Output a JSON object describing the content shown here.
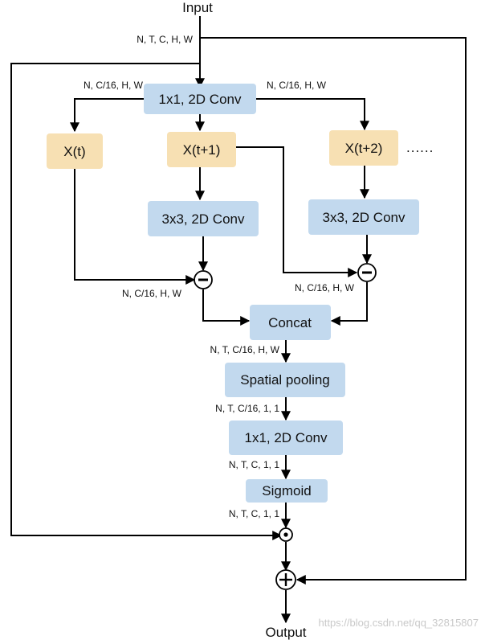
{
  "io": {
    "input": "Input",
    "output": "Output"
  },
  "blocks": {
    "conv1": "1x1, 2D Conv",
    "xt": "X(t)",
    "xt1": "X(t+1)",
    "xt2": "X(t+2)",
    "ellipsis": "......",
    "conv3a": "3x3, 2D Conv",
    "conv3b": "3x3, 2D Conv",
    "concat": "Concat",
    "spatial_pooling": "Spatial pooling",
    "conv1b": "1x1, 2D Conv",
    "sigmoid": "Sigmoid"
  },
  "dims": {
    "input": "N, T, C, H, W",
    "conv_left": "N, C/16, H, W",
    "conv_right": "N, C/16, H, W",
    "diff_left": "N, C/16, H, W",
    "diff_right": "N, C/16, H, W",
    "concat_out": "N, T, C/16, H, W",
    "pool_out": "N, T, C/16, 1, 1",
    "conv_out": "N, T, C, 1, 1",
    "sigmoid_out": "N, T, C, 1, 1"
  },
  "watermark": "https://blog.csdn.net/qq_32815807",
  "colors": {
    "blue_box": "#c2d9ee",
    "yellow_box": "#f7e0b3",
    "line": "#000000"
  }
}
